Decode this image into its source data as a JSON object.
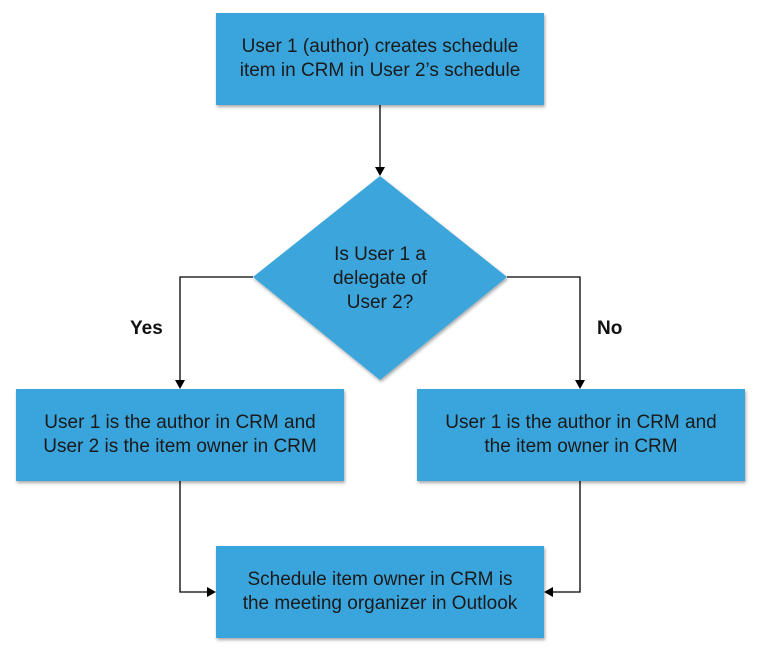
{
  "flowchart": {
    "start": "User 1 (author) creates schedule\nitem in CRM in User 2’s schedule",
    "decision": "Is User 1 a\ndelegate of\nUser 2?",
    "yes_label": "Yes",
    "no_label": "No",
    "yes_outcome": "User 1 is the author in CRM and\nUser 2 is the item owner in CRM",
    "no_outcome": "User 1 is the author in CRM and\nthe item owner in CRM",
    "end": "Schedule item owner in CRM is\nthe meeting organizer in Outlook"
  },
  "colors": {
    "node_fill": "#3aa5dc",
    "connector": "#000000"
  }
}
